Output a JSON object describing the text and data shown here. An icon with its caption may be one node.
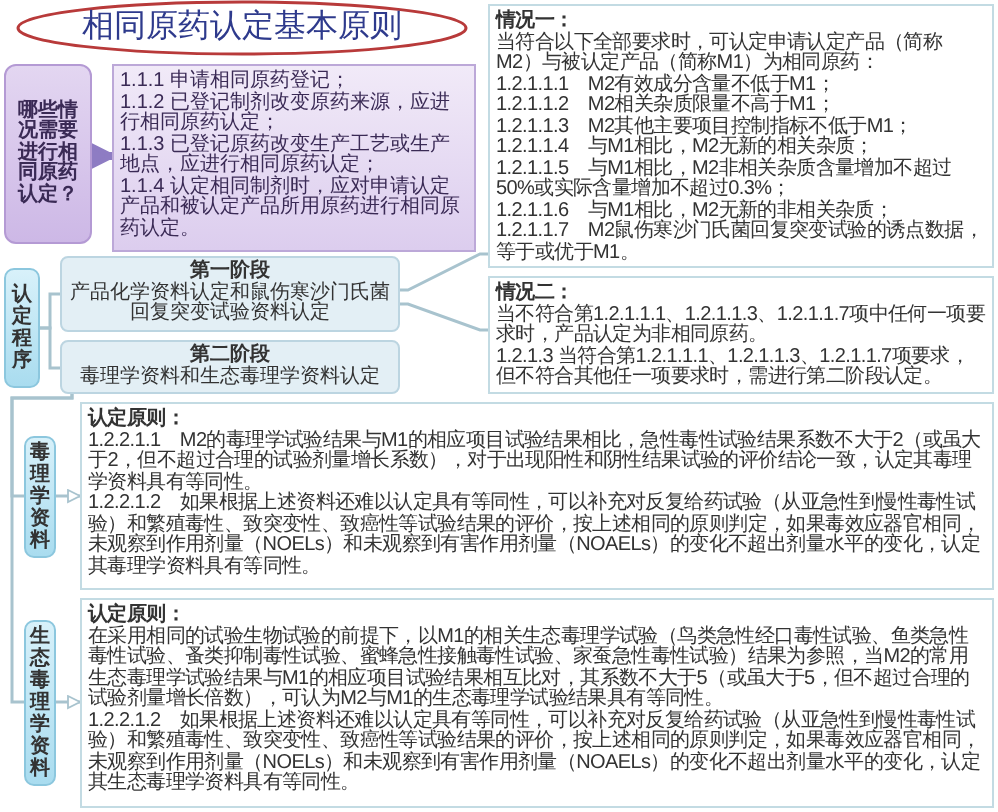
{
  "diagram": {
    "title": "相同原药认定基本原则",
    "nodes": [
      {
        "text": [
          "哪些情况需要进行相同原药认定？"
        ]
      },
      {
        "text": [
          "1.1.1 申请相同原药登记；",
          "1.1.2 已登记制剂改变原药来源，应进行相同原药认定；",
          "1.1.3 已登记原药改变生产工艺或生产地点，应进行相同原药认定；",
          "1.1.4 认定相同制剂时，应对申请认定产品和被认定产品所用原药进行相同原药认定。"
        ]
      },
      {
        "text": [
          "认定程序"
        ]
      },
      {
        "text": [
          "第一阶段",
          "产品化学资料认定和鼠伤寒沙门氏菌回复突变试验资料认定"
        ]
      },
      {
        "text": [
          "第二阶段",
          "毒理学资料和生态毒理学资料认定"
        ]
      },
      {
        "text": [
          "情况一：",
          "当符合以下全部要求时，可认定申请认定产品（简称M2）与被认定产品（简称M1）为相同原药：",
          "1.2.1.1.1　M2有效成分含量不低于M1；",
          "1.2.1.1.2　M2相关杂质限量不高于M1；",
          "1.2.1.1.3　M2其他主要项目控制指标不低于M1；",
          "1.2.1.1.4　与M1相比，M2无新的相关杂质；",
          "1.2.1.1.5　与M1相比，M2非相关杂质含量增加不超过50%或实际含量增加不超过0.3%；",
          "1.2.1.1.6　与M1相比，M2无新的非相关杂质；",
          "1.2.1.1.7　M2鼠伤寒沙门氏菌回复突变试验的诱点数据，等于或优于M1。"
        ]
      },
      {
        "text": [
          "情况二：",
          "当不符合第1.2.1.1.1、1.2.1.1.3、1.2.1.1.7项中任何一项要求时，产品认定为非相同原药。",
          "1.2.1.3 当符合第1.2.1.1.1、1.2.1.1.3、1.2.1.1.7项要求，但不符合其他任一项要求时，需进行第二阶段认定。"
        ]
      },
      {
        "text": [
          "毒理学资料"
        ]
      },
      {
        "text": [
          "生态毒理学资料"
        ]
      },
      {
        "text": [
          "认定原则：",
          "1.2.2.1.1　M2的毒理学试验结果与M1的相应项目试验结果相比，急性毒性试验结果系数不大于2（或虽大于2，但不超过合理的试验剂量增长系数），对于出现阳性和阴性结果试验的评价结论一致，认定其毒理学资料具有等同性。",
          "1.2.2.1.2　如果根据上述资料还难以认定具有等同性，可以补充对反复给药试验（从亚急性到慢性毒性试验）和繁殖毒性、致突变性、致癌性等试验结果的评价，按上述相同的原则判定，如果毒效应器官相同，未观察到作用剂量（NOELs）和未观察到有害作用剂量（NOAELs）的变化不超出剂量水平的变化，认定其毒理学资料具有等同性。"
        ]
      },
      {
        "text": [
          "认定原则：",
          "在采用相同的试验生物试验的前提下，以M1的相关生态毒理学试验（鸟类急性经口毒性试验、鱼类急性毒性试验、蚤类抑制毒性试验、蜜蜂急性接触毒性试验、家蚕急性毒性试验）结果为参照，当M2的常用生态毒理学试验结果与M1的相应项目试验结果相互比对，其系数不大于5（或虽大于5，但不超过合理的试验剂量增长倍数），可认为M2与M1的生态毒理学试验结果具有等同性。",
          "1.2.2.1.2　如果根据上述资料还难以认定具有等同性，可以补充对反复给药试验（从亚急性到慢性毒性试验）和繁殖毒性、致突变性、致癌性等试验结果的评价，按上述相同的原则判定，如果毒效应器官相同，未观察到作用剂量（NOELs）和未观察到有害作用剂量（NOAELs）的变化不超出剂量水平的变化，认定其生态毒理学资料具有等同性。"
        ]
      }
    ],
    "edges": [
      {
        "from": 0,
        "to": 1,
        "arrow": "to",
        "style": "thick",
        "color": "#8e7cc3"
      },
      {
        "from": 2,
        "to": 3,
        "arrow": "none"
      },
      {
        "from": 2,
        "to": 4,
        "arrow": "none"
      },
      {
        "from": 3,
        "to": 5,
        "arrow": "none"
      },
      {
        "from": 3,
        "to": 6,
        "arrow": "none"
      },
      {
        "from": 4,
        "to": 7,
        "arrow": "none"
      },
      {
        "from": 4,
        "to": 8,
        "arrow": "none"
      },
      {
        "from": 7,
        "to": 9,
        "arrow": "to"
      },
      {
        "from": 8,
        "to": 10,
        "arrow": "to"
      }
    ]
  }
}
